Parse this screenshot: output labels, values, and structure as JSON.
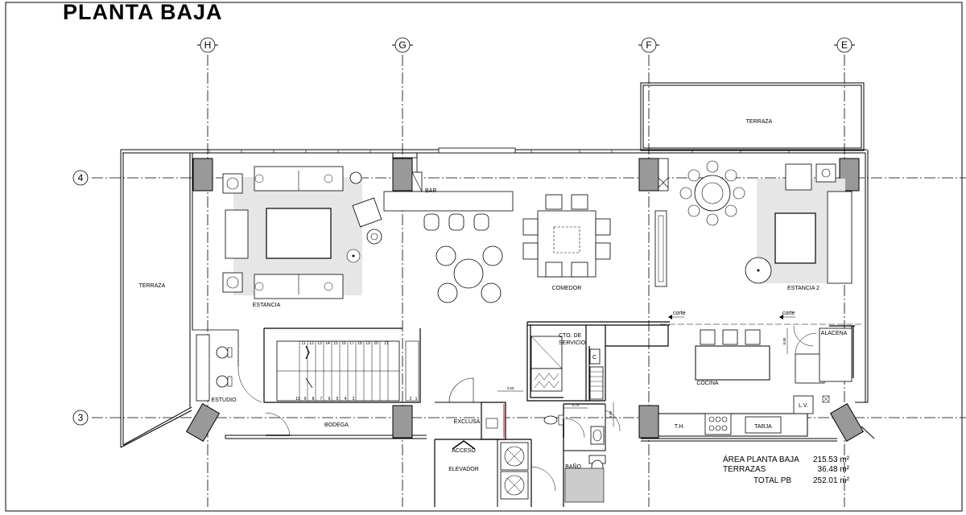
{
  "title": "PLANTA BAJA",
  "grid_axes": {
    "columns": [
      "H",
      "G",
      "F",
      "E"
    ],
    "rows": [
      "4",
      "3"
    ]
  },
  "rooms": {
    "terraza_top": "TERRAZA",
    "terraza_left": "TERRAZA",
    "bar": "BAR",
    "estancia": "ESTANCIA",
    "comedor": "COMEDOR",
    "estancia2": "ESTANCIA 2",
    "cto_servicio_1": "CTO. DE",
    "cto_servicio_2": "SERVICIO",
    "alacena": "ALACENA",
    "cocina": "COCINA",
    "estudio": "ESTUDIO",
    "bodega": "BODEGA",
    "exclusa": "EXCLUSA",
    "acceso": "ACCESO",
    "elevador": "ELEVADOR",
    "bano": "BAÑO",
    "th": "T.H.",
    "tarja": "TARJA",
    "lv": "L.V.",
    "c": "C",
    "corte_left": "corte",
    "corte_right": "corte"
  },
  "stairs": {
    "top_numbers": [
      "11",
      "12",
      "13",
      "14",
      "15",
      "16",
      "17",
      "18",
      "19",
      "20",
      "21"
    ],
    "bottom_numbers": [
      "10",
      "9",
      "8",
      "7",
      "6",
      "5",
      "4",
      "3",
      "2",
      "1"
    ]
  },
  "dimensions": {
    "d1": "0.80",
    "d2": "0.70",
    "d3": "0.80",
    "d4": "0.80"
  },
  "areas": [
    {
      "label": "ÁREA PLANTA BAJA",
      "value": "215.53 m²"
    },
    {
      "label": "TERRAZAS",
      "value": "36.48 m²"
    },
    {
      "label": "TOTAL PB",
      "value": "252.01 m²"
    }
  ]
}
